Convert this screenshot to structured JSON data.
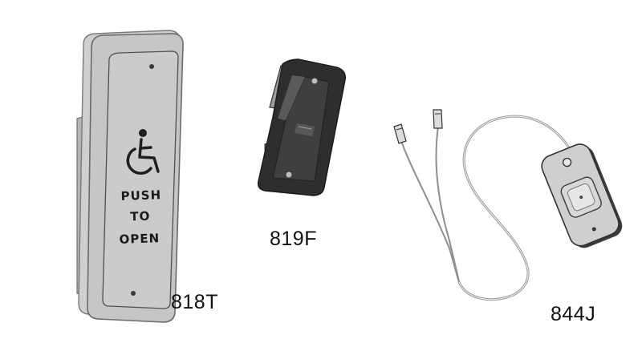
{
  "products": [
    {
      "model": "818T",
      "plate_lines": [
        "PUSH",
        "TO",
        "OPEN"
      ],
      "icon": "wheelchair-accessibility-icon"
    },
    {
      "model": "819F",
      "icon": "mounting-bracket-icon"
    },
    {
      "model": "844J",
      "icon": "wired-remote-button-icon"
    }
  ],
  "colors": {
    "plate_fill": "#c9c9c9",
    "plate_edge": "#8a8a8a",
    "bracket_dark": "#2b2b2b",
    "wire": "#9a9a9a"
  }
}
